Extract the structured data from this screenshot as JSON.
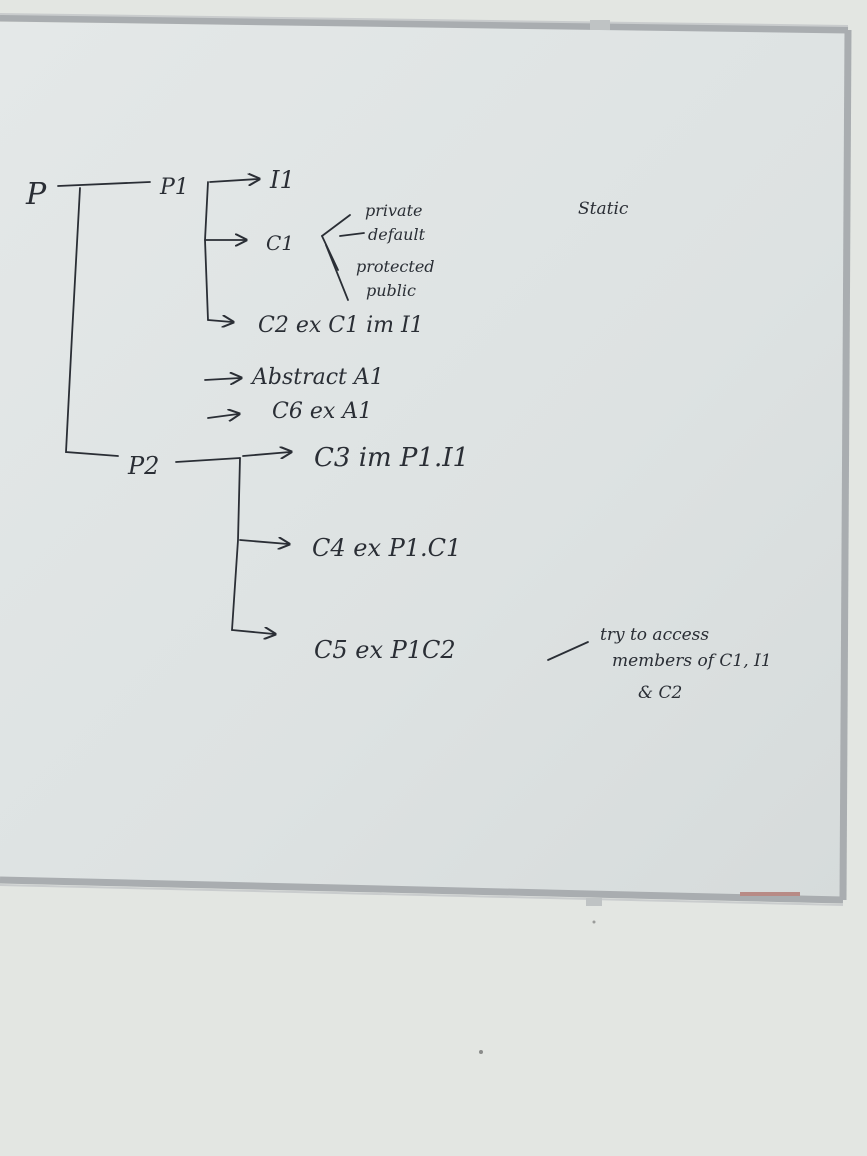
{
  "whiteboard": {
    "colors": {
      "wall": "#e3e6e2",
      "board_surface": "#dfe4e4",
      "frame": "#a9adb0",
      "marker": "#2a2e35"
    },
    "labels": {
      "root": "P",
      "pkg1": "P1",
      "i1": "I1",
      "c1": "C1",
      "mod_private": "private",
      "mod_default": "default",
      "mod_protected": "protected",
      "mod_public": "public",
      "c2": "C2 ex C1 im I1",
      "abstract": "Abstract A1",
      "c6": "C6 ex A1",
      "pkg2": "P2",
      "c3": "C3 im P1.I1",
      "c4": "C4 ex P1.C1",
      "c5": "C5 ex P1C2",
      "static": "Static",
      "note_line1": "try to access",
      "note_line2": "members of C1, I1",
      "note_line3": "& C2"
    }
  }
}
